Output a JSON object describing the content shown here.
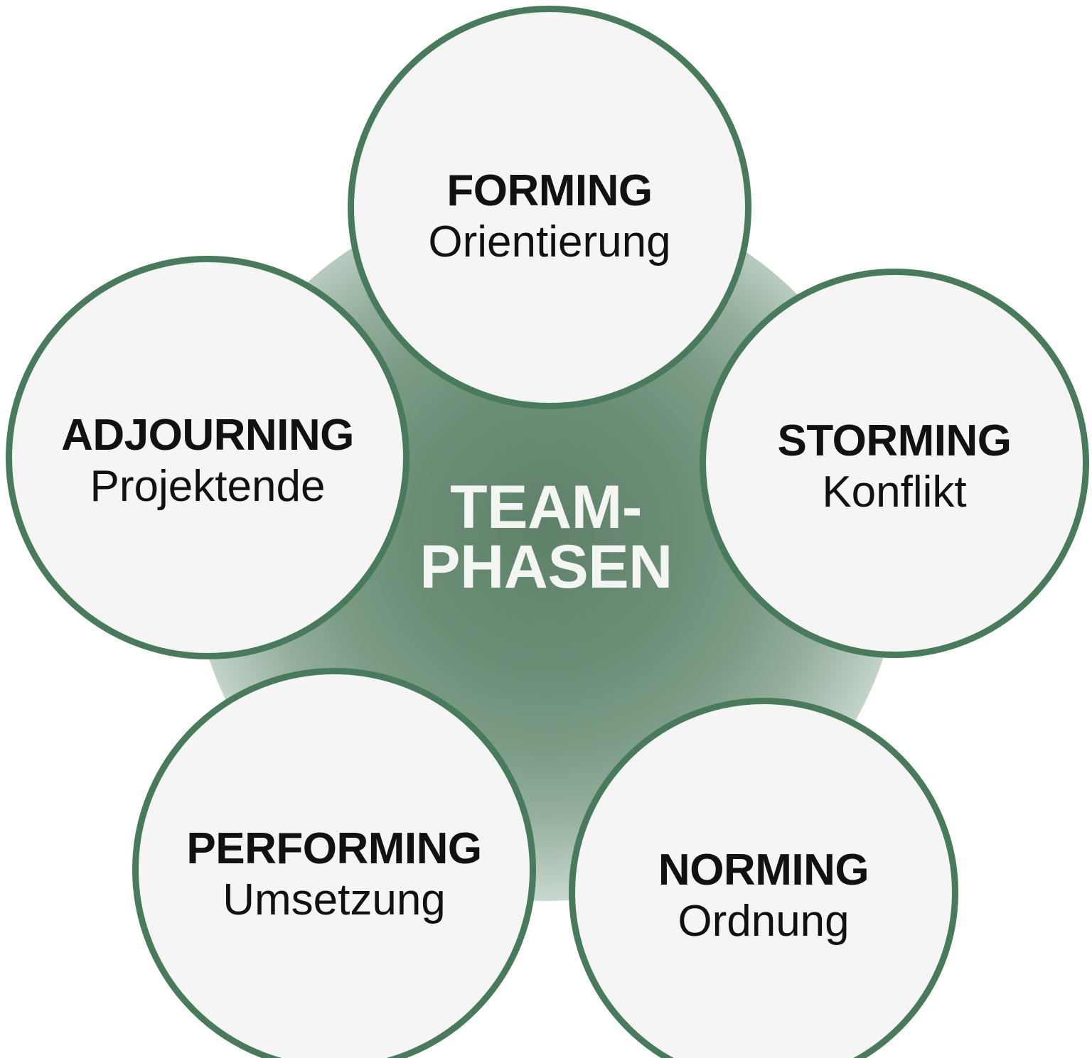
{
  "diagram": {
    "kind": "circular-phase-diagram",
    "center": {
      "label_line1": "TEAM-",
      "label_line2": "PHASEN",
      "text_color": "#f2f5f2",
      "fill_color": "#6b8d76"
    },
    "style": {
      "background": "#ffffff",
      "bubble_fill": "#f4f5f4",
      "bubble_border": "#4a7a5c",
      "bubble_text": "#111111"
    },
    "phases": [
      {
        "id": "forming",
        "title": "FORMING",
        "subtitle": "Orientierung",
        "position": "top"
      },
      {
        "id": "storming",
        "title": "STORMING",
        "subtitle": "Konflikt",
        "position": "upper-right"
      },
      {
        "id": "norming",
        "title": "NORMING",
        "subtitle": "Ordnung",
        "position": "lower-right"
      },
      {
        "id": "performing",
        "title": "PERFORMING",
        "subtitle": "Umsetzung",
        "position": "lower-left"
      },
      {
        "id": "adjourning",
        "title": "ADJOURNING",
        "subtitle": "Projektende",
        "position": "upper-left"
      }
    ]
  }
}
